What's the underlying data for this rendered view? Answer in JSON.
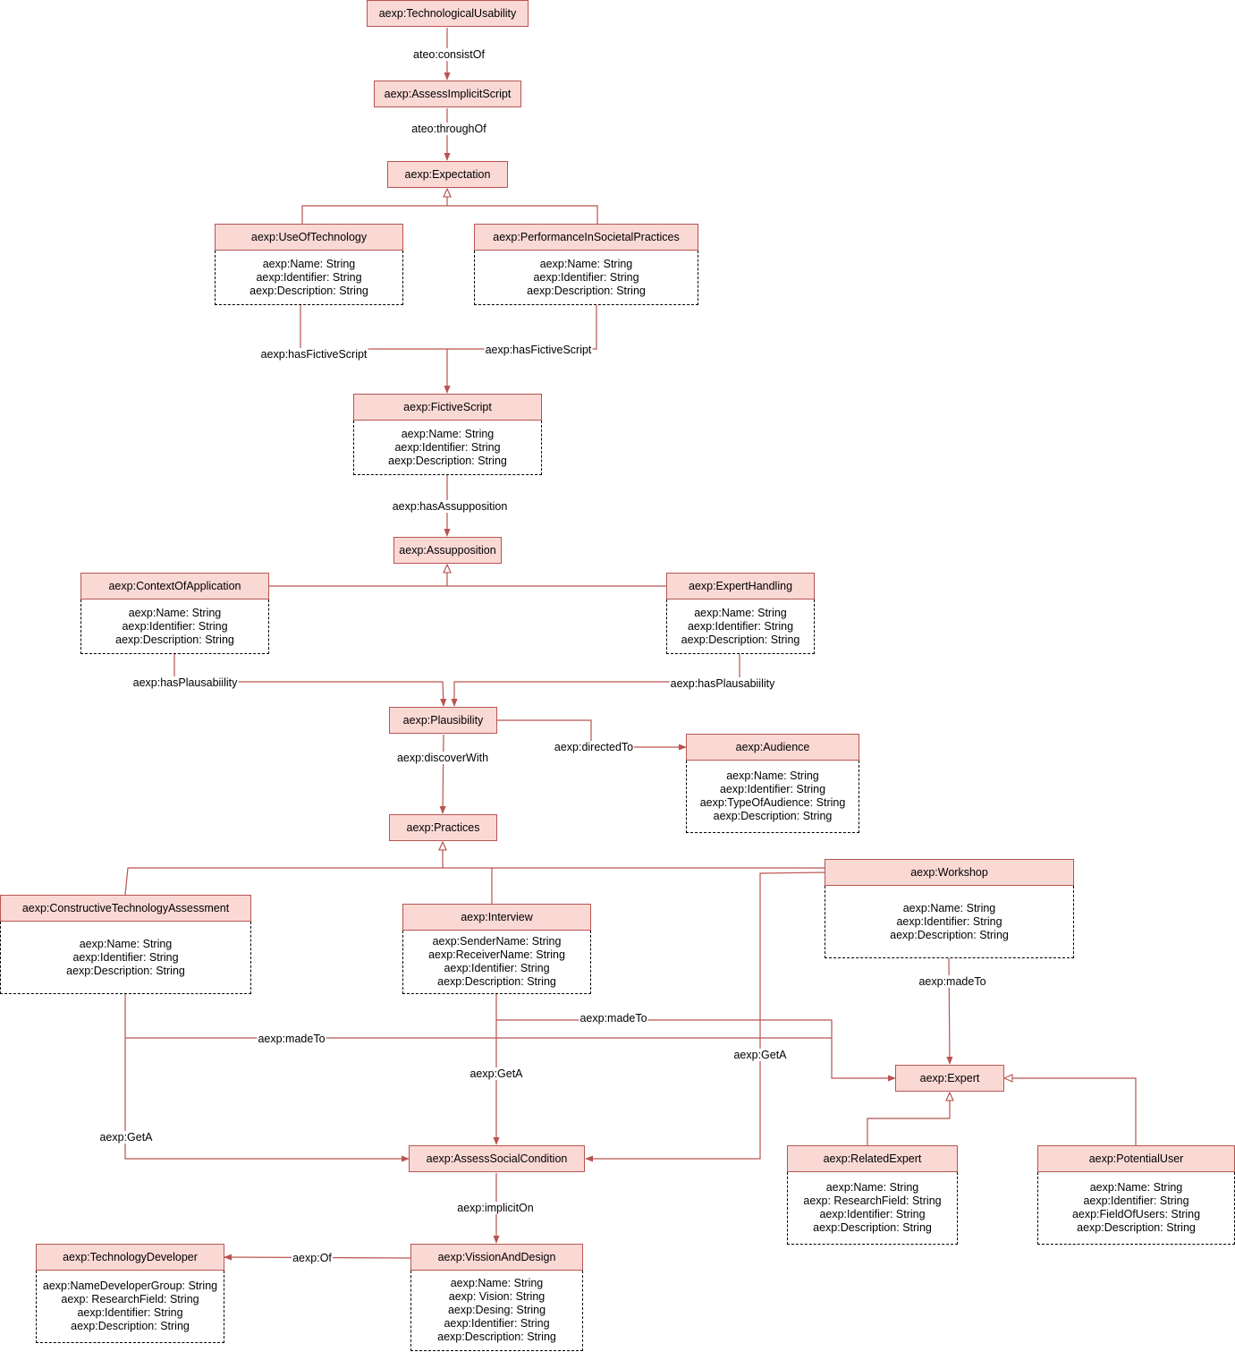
{
  "classes": {
    "technological_usability": {
      "name": "aexp:TechnologicalUsability"
    },
    "assess_implicit_script": {
      "name": "aexp:AssessImplicitScript"
    },
    "expectation": {
      "name": "aexp:Expectation"
    },
    "use_of_technology": {
      "name": "aexp:UseOfTechnology",
      "attrs": [
        "aexp:Name: String",
        "aexp:Identifier: String",
        "aexp:Description: String"
      ]
    },
    "performance_in_societal_practices": {
      "name": "aexp:PerformanceInSocietalPractices",
      "attrs": [
        "aexp:Name: String",
        "aexp:Identifier: String",
        "aexp:Description: String"
      ]
    },
    "fictive_script": {
      "name": "aexp:FictiveScript",
      "attrs": [
        "aexp:Name: String",
        "aexp:Identifier: String",
        "aexp:Description: String"
      ]
    },
    "assupposition": {
      "name": "aexp:Assupposition"
    },
    "context_of_application": {
      "name": "aexp:ContextOfApplication",
      "attrs": [
        "aexp:Name: String",
        "aexp:Identifier: String",
        "aexp:Description: String"
      ]
    },
    "expert_handling": {
      "name": "aexp:ExpertHandling",
      "attrs": [
        "aexp:Name: String",
        "aexp:Identifier: String",
        "aexp:Description: String"
      ]
    },
    "plausibility": {
      "name": "aexp:Plausibility"
    },
    "audience": {
      "name": "aexp:Audience",
      "attrs": [
        "aexp:Name: String",
        "aexp:Identifier: String",
        "aexp:TypeOfAudience: String",
        "aexp:Description: String"
      ]
    },
    "practices": {
      "name": "aexp:Practices"
    },
    "constructive_technology_assessment": {
      "name": "aexp:ConstructiveTechnologyAssessment",
      "attrs": [
        "aexp:Name: String",
        "aexp:Identifier: String",
        "aexp:Description: String"
      ]
    },
    "interview": {
      "name": "aexp:Interview",
      "attrs": [
        "aexp:SenderName: String",
        "aexp:ReceiverName: String",
        "aexp:Identifier: String",
        "aexp:Description: String"
      ]
    },
    "workshop": {
      "name": "aexp:Workshop",
      "attrs": [
        "aexp:Name: String",
        "aexp:Identifier: String",
        "aexp:Description: String"
      ]
    },
    "expert": {
      "name": "aexp:Expert"
    },
    "related_expert": {
      "name": "aexp:RelatedExpert",
      "attrs": [
        "aexp:Name: String",
        "aexp: ResearchField: String",
        "aexp:Identifier: String",
        "aexp:Description: String"
      ]
    },
    "potential_user": {
      "name": "aexp:PotentialUser",
      "attrs": [
        "aexp:Name: String",
        "aexp:Identifier: String",
        "aexp:FieldOfUsers: String",
        "aexp:Description: String"
      ]
    },
    "assess_social_condition": {
      "name": "aexp:AssessSocialCondition"
    },
    "technology_developer": {
      "name": "aexp:TechnologyDeveloper",
      "attrs": [
        "aexp:NameDeveloperGroup: String",
        "aexp: ResearchField: String",
        "aexp:Identifier: String",
        "aexp:Description: String"
      ]
    },
    "vission_and_design": {
      "name": "aexp:VissionAndDesign",
      "attrs": [
        "aexp:Name: String",
        "aexp: Vision: String",
        "aexp:Desing: String",
        "aexp:Identifier: String",
        "aexp:Description: String"
      ]
    }
  },
  "relations": {
    "consist_of": "ateo:consistOf",
    "through_of": "ateo:throughOf",
    "has_fictive_script_use": "aexp:hasFictiveScript",
    "has_fictive_script_perf": "aexp:hasFictiveScript",
    "has_assupposition": "aexp:hasAssupposition",
    "has_plausability_context": "aexp:hasPlausabiility",
    "has_plausability_expert": "aexp:hasPlausabiility",
    "discover_with": "aexp:discoverWith",
    "directed_to": "aexp:directedTo",
    "made_to_workshop": "aexp:madeTo",
    "made_to_interview": "aexp:madeTo",
    "made_to_cta": "aexp:madeTo",
    "get_a_interview": "aexp:GetA",
    "get_a_workshop": "aexp:GetA",
    "get_a_cta": "aexp:GetA",
    "implicit_on": "aexp:implicitOn",
    "of": "aexp:Of"
  },
  "colors": {
    "edge": "#b85450",
    "header_fill": "#fad9d5",
    "attr_border": "#000000"
  }
}
